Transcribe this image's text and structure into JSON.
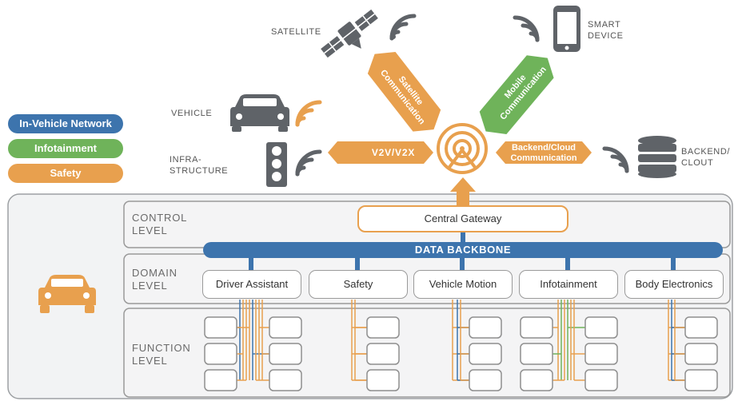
{
  "legend": [
    {
      "label": "In-Vehicle Network",
      "color": "#3d74ad"
    },
    {
      "label": "Infotainment",
      "color": "#6fb35a"
    },
    {
      "label": "Safety",
      "color": "#e8a04e"
    }
  ],
  "nodes": {
    "satellite": "SATELLITE",
    "smart_device": "SMART\nDEVICE",
    "vehicle": "VEHICLE",
    "infrastructure": "INFRA-\nSTRUCTURE",
    "backend": "BACKEND/\nCLOUT"
  },
  "links": {
    "satellite_comm": "Satellite\nCommunication",
    "mobile_comm": "Mobile\nCommunication",
    "v2x": "V2V/V2X",
    "backend_comm": "Backend/Cloud\nCommunication"
  },
  "levels": {
    "control": "CONTROL\nLEVEL",
    "domain": "DOMAIN\nLEVEL",
    "function": "FUNCTION\nLEVEL"
  },
  "gateway": "Central Gateway",
  "backbone": "DATA BACKBONE",
  "domains": [
    "Driver Assistant",
    "Safety",
    "Vehicle Motion",
    "Infotainment",
    "Body Electronics"
  ],
  "icons": [
    "satellite-icon",
    "smartphone-icon",
    "car-icon",
    "traffic-light-icon",
    "database-icon",
    "wifi-icon",
    "antenna-icon"
  ]
}
